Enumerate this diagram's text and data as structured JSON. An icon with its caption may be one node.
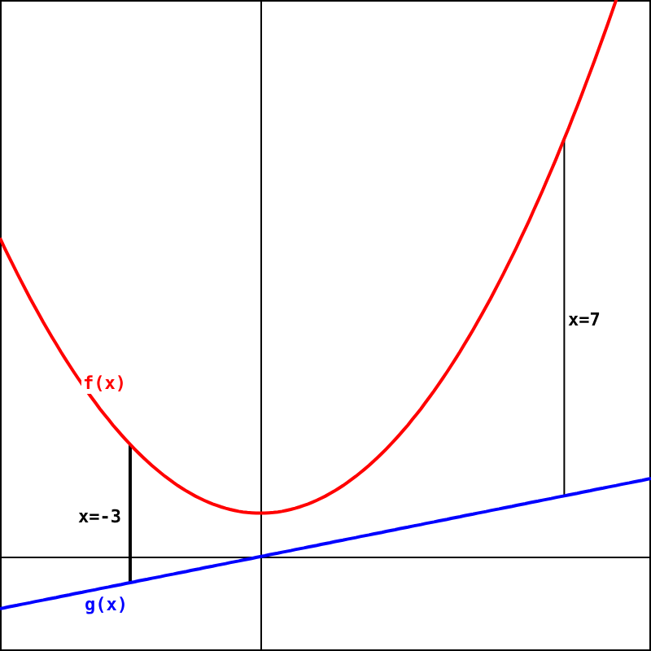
{
  "diagram": {
    "labels": [
      "f(x)",
      "x=7",
      "x=-3",
      "g(x)"
    ]
  }
}
